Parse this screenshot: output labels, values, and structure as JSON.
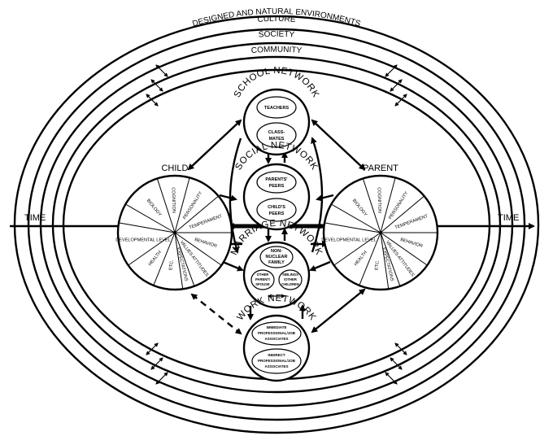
{
  "rings": [
    "DESIGNED AND NATURAL ENVIRONMENTS",
    "CULTURE",
    "SOCIETY",
    "COMMUNITY"
  ],
  "time_left": "TIME",
  "time_right": "TIME",
  "child": {
    "title": "CHILD",
    "segments": [
      "BIOLOGY",
      "COGNITION",
      "PERSONALITY",
      "TEMPERAMENT",
      "BEHAVIOR",
      "VALUES ATTITUDES",
      "EXPECTATIONS",
      "ETC.",
      "HEALTH",
      "DEVELOPMENTAL LEVEL"
    ]
  },
  "parent": {
    "title": "PARENT",
    "segments": [
      "BIOLOGY",
      "COGNITION",
      "PERSONALITY",
      "TEMPERAMENT",
      "BEHAVIOR",
      "VALUES ATTITUDES",
      "EXPECTATIONS",
      "ETC.",
      "HEALTH",
      "DEVELOPMENTAL LEVEL"
    ]
  },
  "networks": {
    "school": {
      "title": "SCHOOL NETWORK",
      "inner": [
        "TEACHERS",
        "CLASS-",
        "MATES"
      ]
    },
    "social": {
      "title": "SOCIAL NETWORK",
      "inner": [
        "PARENTS'",
        "PEERS",
        "CHILD'S",
        "PEERS"
      ]
    },
    "marriage": {
      "title": "MARRIAGE NETWORK",
      "inner": [
        "NON-",
        "NUCLEAR",
        "FAMILY",
        "OTHER",
        "PARENT/",
        "SPOUSE",
        "SIBLINGS",
        "/OTHER",
        "CHILDREN"
      ]
    },
    "work": {
      "title": "WORK NETWORK",
      "inner": [
        "IMMEDIATE",
        "PROFESSIONAL/JOB",
        "ASSOCIATES",
        "INDIRECT",
        "PROFESSIONAL/JOB",
        "ASSOCIATES"
      ]
    }
  }
}
